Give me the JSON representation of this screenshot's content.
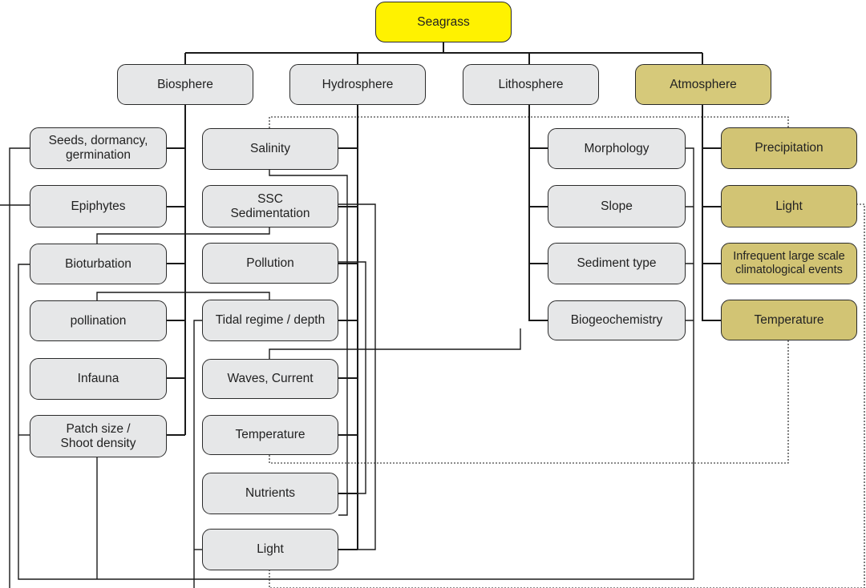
{
  "root": {
    "label": "Seagrass",
    "color": "#fff200"
  },
  "spheres": {
    "biosphere": "Biosphere",
    "hydrosphere": "Hydrosphere",
    "lithosphere": "Lithosphere",
    "atmosphere": "Atmosphere"
  },
  "biosphere_items": {
    "seeds": "Seeds, dormancy,\ngermination",
    "epiphytes": "Epiphytes",
    "bioturbation": "Bioturbation",
    "pollination": "pollination",
    "infauna": "Infauna",
    "patch": "Patch size /\nShoot density"
  },
  "hydrosphere_items": {
    "salinity": "Salinity",
    "ssc": "SSC\nSedimentation",
    "pollution": "Pollution",
    "tidal": "Tidal regime / depth",
    "waves": "Waves, Current",
    "temperature": "Temperature",
    "nutrients": "Nutrients",
    "light": "Light"
  },
  "lithosphere_items": {
    "morphology": "Morphology",
    "slope": "Slope",
    "sediment": "Sediment  type",
    "biogeo": "Biogeochemistry"
  },
  "atmosphere_items": {
    "precipitation": "Precipitation",
    "light": "Light",
    "events": "Infrequent large scale\nclimatological events",
    "temperature": "Temperature"
  },
  "colors": {
    "root": "#fff200",
    "atmosphere": "#d6c97a",
    "atmosphere_items": "#d2c474",
    "default_box": "#e6e7e8",
    "line": "#1a1a1a"
  }
}
